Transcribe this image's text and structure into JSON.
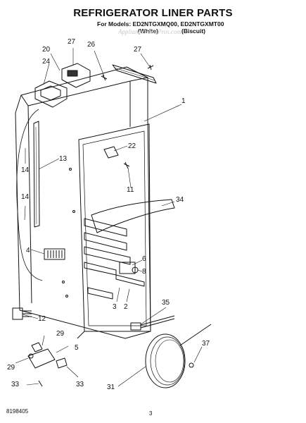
{
  "header": {
    "title": "REFRIGERATOR LINER PARTS",
    "models_line": "For Models: ED2NTGXMQ00, ED2NTGXMT00",
    "variant_white": "(White)",
    "variant_biscuit": "(Biscuit)",
    "watermark": "AppliancePartsPros.com"
  },
  "callouts": {
    "c1": "1",
    "c2": "2",
    "c3": "3",
    "c4": "4",
    "c5": "5",
    "c6": "6",
    "c8": "8",
    "c11": "11",
    "c12": "12",
    "c13": "13",
    "c14a": "14",
    "c14b": "14",
    "c20": "20",
    "c22": "22",
    "c24": "24",
    "c26": "26",
    "c27a": "27",
    "c27b": "27",
    "c29a": "29",
    "c29b": "29",
    "c31": "31",
    "c33a": "33",
    "c33b": "33",
    "c34": "34",
    "c35": "35",
    "c37": "37"
  },
  "footer": {
    "doc_number": "8198405",
    "page_number": "3"
  }
}
